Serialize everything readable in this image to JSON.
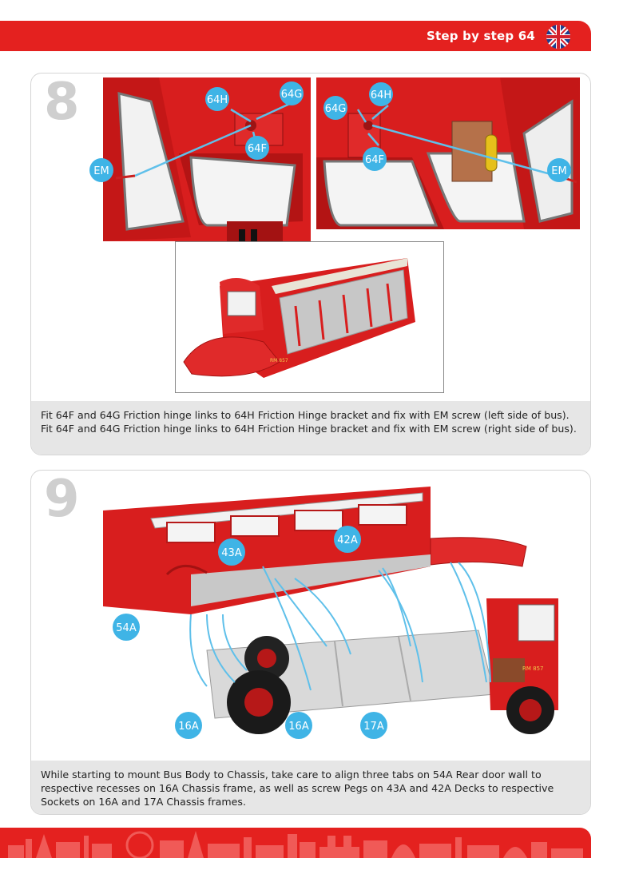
{
  "header": {
    "title": "Step by step 64",
    "flag_icon": "uk-flag-icon",
    "brand_color": "#e4211f"
  },
  "step8": {
    "number": "8",
    "left_callouts": [
      "64H",
      "64G",
      "64F",
      "EM"
    ],
    "right_callouts": [
      "64H",
      "64G",
      "64F",
      "EM"
    ],
    "inset_plate": "RM 857",
    "caption": "Fit 64F and 64G Friction hinge links to 64H Friction Hinge bracket and fix with EM screw (left side of bus). Fit 64F and 64G Friction hinge links to 64H Friction Hinge bracket and fix with EM screw (right side of bus)."
  },
  "step9": {
    "number": "9",
    "callouts": [
      "43A",
      "42A",
      "54A",
      "16A",
      "16A",
      "17A"
    ],
    "cab_plate": "RM 857",
    "caption": "While starting to mount Bus Body to Chassis, take care to align three tabs on 54A Rear door wall to respective recesses on 16A Chassis frame, as well as screw Pegs on 43A and 42A Decks to respective Sockets on 16A and 17A Chassis frames."
  },
  "footer": {
    "decoration": "london-skyline-icon"
  }
}
